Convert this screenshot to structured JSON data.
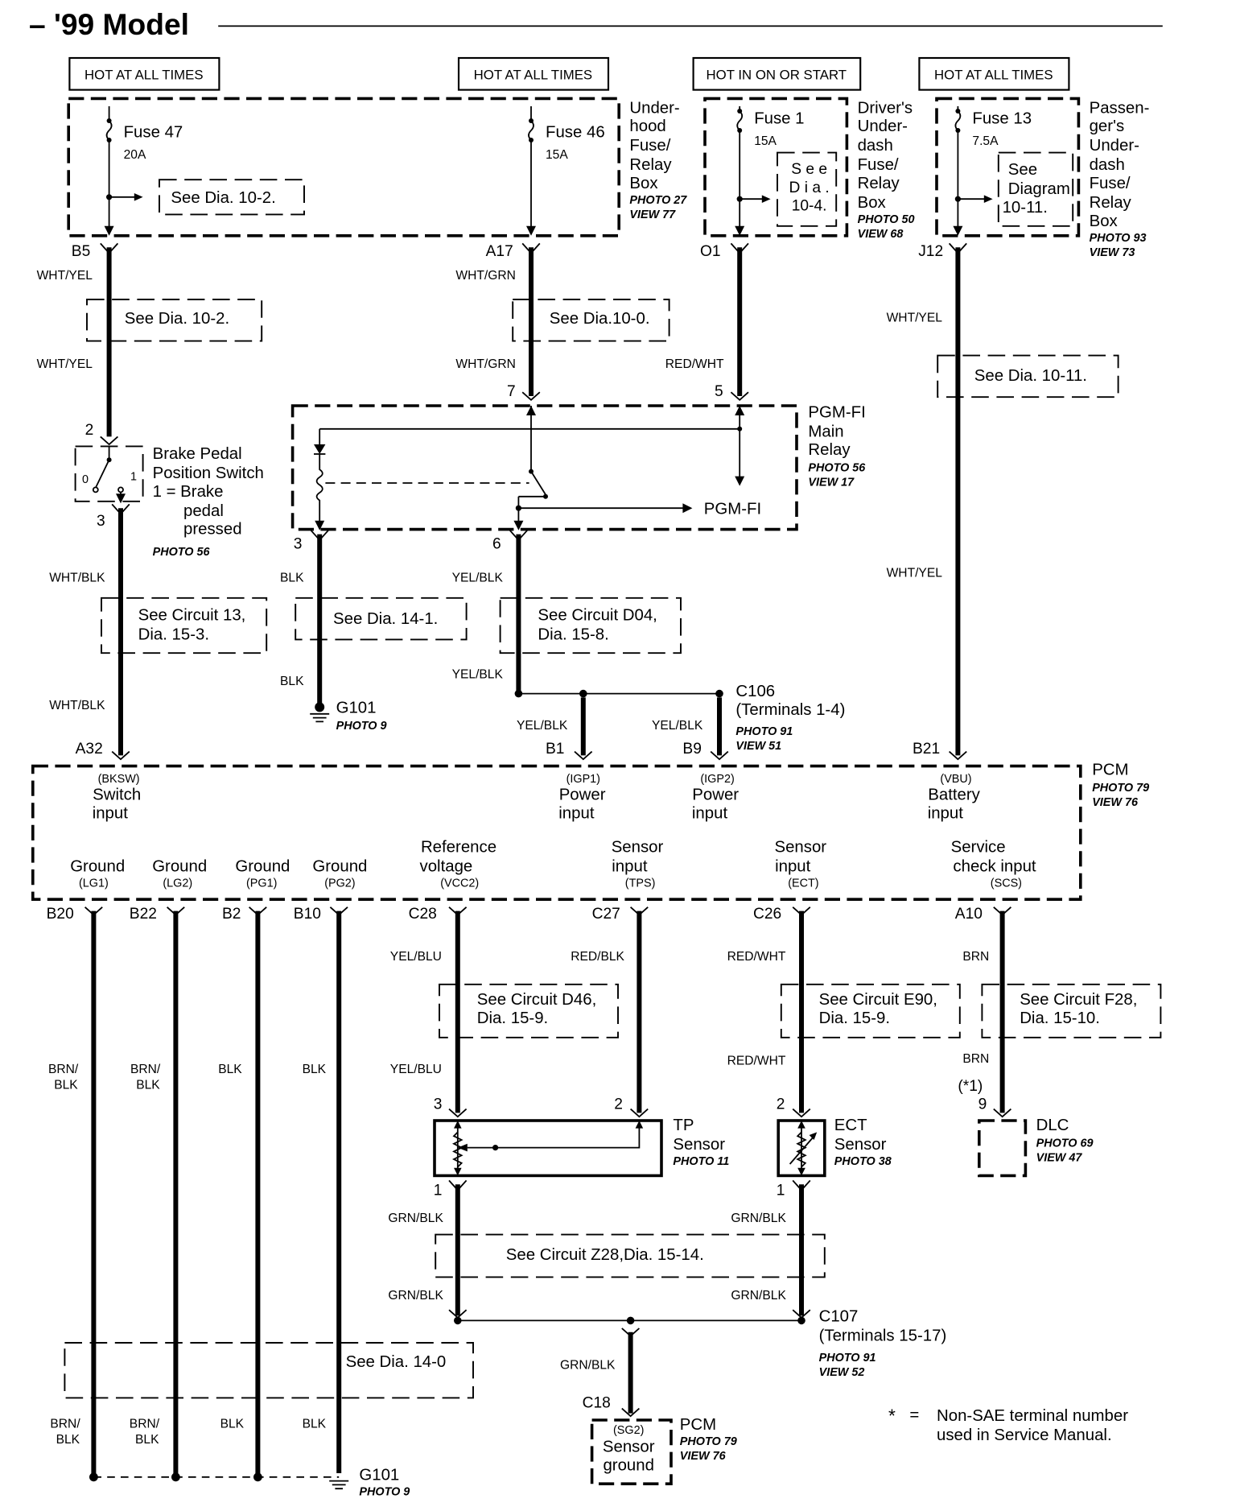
{
  "title": "– '99 Model",
  "headers": {
    "hot_1": "HOT AT ALL TIMES",
    "hot_2": "HOT AT ALL TIMES",
    "hot_3": "HOT IN ON OR START",
    "hot_4": "HOT AT ALL TIMES"
  },
  "fuse_boxes": {
    "underhood": {
      "name_lines": [
        "Under-",
        "hood",
        "Fuse/",
        "Relay",
        "Box"
      ],
      "photo": "PHOTO 27",
      "view": "VIEW 77",
      "fuse_47": "Fuse 47",
      "fuse_47_amp": "20A",
      "fuse_46": "Fuse 46",
      "fuse_46_amp": "15A",
      "see_ref": "See Dia.  10-2."
    },
    "drivers": {
      "name_lines": [
        "Driver's",
        "Under-",
        "dash",
        "Fuse/",
        "Relay",
        "Box"
      ],
      "photo": "PHOTO 50",
      "view": "VIEW 68",
      "fuse": "Fuse 1",
      "fuse_amp": "15A",
      "see_lines": [
        "S e e",
        "D i a .",
        "10-4."
      ]
    },
    "passengers": {
      "name_lines": [
        "Passen-",
        "ger's",
        "Under-",
        "dash",
        "Fuse/",
        "Relay",
        "Box"
      ],
      "photo": "PHOTO 93",
      "view": "VIEW 73",
      "fuse": "Fuse 13",
      "fuse_amp": "7.5A",
      "see_lines": [
        "See",
        "Diagram",
        "10-11."
      ]
    }
  },
  "pins": {
    "b5": "B5",
    "a17": "A17",
    "o1": "O1",
    "j12": "J12",
    "relay_7": "7",
    "relay_5": "5",
    "relay_3": "3",
    "relay_6": "6",
    "switch_2": "2",
    "switch_3": "3",
    "a32": "A32",
    "b1": "B1",
    "b9": "B9",
    "b21": "B21",
    "b20": "B20",
    "b22": "B22",
    "b2": "B2",
    "b10": "B10",
    "c28": "C28",
    "c27": "C27",
    "c26": "C26",
    "a10": "A10",
    "tp_3": "3",
    "tp_2": "2",
    "tp_1": "1",
    "ect_2": "2",
    "ect_1": "1",
    "dlc_9": "9",
    "dlc_note": "(*1)",
    "c18": "C18"
  },
  "wire_labels": {
    "b5_upper": "WHT/YEL",
    "b5_lower": "WHT/YEL",
    "a17_upper": "WHT/GRN",
    "a17_lower": "WHT/GRN",
    "o1": "RED/WHT",
    "j12_upper": "WHT/YEL",
    "j12_lower": "WHT/YEL",
    "sw_upper": "WHT/BLK",
    "sw_lower": "WHT/BLK",
    "gnd_upper": "BLK",
    "gnd_lower": "BLK",
    "r6_upper": "YEL/BLK",
    "r6_lower": "YEL/BLK",
    "b1": "YEL/BLK",
    "b9": "YEL/BLK",
    "c28_upper": "YEL/BLU",
    "c28_lower": "YEL/BLU",
    "c27": "RED/BLK",
    "c26_upper": "RED/WHT",
    "c26_lower": "RED/WHT",
    "a10_upper": "BRN",
    "a10_lower": "BRN",
    "tp_gnd": "GRN/BLK",
    "ect_gnd": "GRN/BLK",
    "tp_gnd_lower": "GRN/BLK",
    "ect_gnd_lower": "GRN/BLK",
    "c18": "GRN/BLK",
    "b20_upper_1": "BRN/",
    "b20_upper_2": "BLK",
    "b22_upper_1": "BRN/",
    "b22_upper_2": "BLK",
    "b2_upper": "BLK",
    "b10_upper": "BLK",
    "b20_lower_1": "BRN/",
    "b20_lower_2": "BLK",
    "b22_lower_1": "BRN/",
    "b22_lower_2": "BLK",
    "b2_lower": "BLK",
    "b10_lower": "BLK"
  },
  "see_refs": {
    "b5": "See Dia.  10-2.",
    "a17": "See Dia.10-0.",
    "j12": "See Dia.  10-11.",
    "circuit_13": [
      "See Circuit 13,",
      "Dia.  15-3."
    ],
    "dia_14_1": "See Dia.  14-1.",
    "circuit_d04": [
      "See Circuit D04,",
      "Dia.  15-8."
    ],
    "circuit_d46": [
      "See Circuit D46,",
      "Dia.  15-9."
    ],
    "circuit_e90": [
      "See Circuit E90,",
      "Dia.  15-9."
    ],
    "circuit_f28": [
      "See Circuit F28,",
      "Dia.  15-10."
    ],
    "circuit_z28": "See Circuit Z28,Dia.  15-14.",
    "dia_14_0": "See Dia.  14-0"
  },
  "relay": {
    "name_lines": [
      "PGM-FI",
      "Main",
      "Relay"
    ],
    "photo": "PHOTO 56",
    "view": "VIEW 17",
    "output": "PGM-FI"
  },
  "brake_switch": {
    "name_lines": [
      "Brake Pedal",
      "Position Switch",
      "1 = Brake",
      "pedal",
      "pressed"
    ],
    "photo": "PHOTO 56",
    "pos_0": "0",
    "pos_1": "1"
  },
  "g101_upper": {
    "name": "G101",
    "photo": "PHOTO 9"
  },
  "g101_lower": {
    "name": "G101",
    "photo": "PHOTO 9"
  },
  "c106": {
    "name": "C106",
    "terminals": "(Terminals 1-4)",
    "photo": "PHOTO 91",
    "view": "VIEW 51"
  },
  "c107": {
    "name": "C107",
    "terminals": "(Terminals 15-17)",
    "photo": "PHOTO 91",
    "view": "VIEW 52"
  },
  "pcm": {
    "name": "PCM",
    "photo": "PHOTO 79",
    "view": "VIEW 76",
    "inputs": {
      "bksw": {
        "code": "(BKSW)",
        "line1": "Switch",
        "line2": "input"
      },
      "igp1": {
        "code": "(IGP1)",
        "line1": "Power",
        "line2": "input"
      },
      "igp2": {
        "code": "(IGP2)",
        "line1": "Power",
        "line2": "input"
      },
      "vbu": {
        "code": "(VBU)",
        "line1": "Battery",
        "line2": "input"
      }
    },
    "terminals": {
      "lg1": {
        "label": "Ground",
        "code": "(LG1)"
      },
      "lg2": {
        "label": "Ground",
        "code": "(LG2)"
      },
      "pg1": {
        "label": "Ground",
        "code": "(PG1)"
      },
      "pg2": {
        "label": "Ground",
        "code": "(PG2)"
      },
      "vcc2": {
        "line1": "Reference",
        "line2": "voltage",
        "code": "(VCC2)"
      },
      "tps": {
        "line1": "Sensor",
        "line2": "input",
        "code": "(TPS)"
      },
      "ect": {
        "line1": "Sensor",
        "line2": "input",
        "code": "(ECT)"
      },
      "scs": {
        "line1": "Service",
        "line2": "check input",
        "code": "(SCS)"
      }
    }
  },
  "tp_sensor": {
    "line1": "TP",
    "line2": "Sensor",
    "photo": "PHOTO 11"
  },
  "ect_sensor": {
    "line1": "ECT",
    "line2": "Sensor",
    "photo": "PHOTO 38"
  },
  "dlc": {
    "name": "DLC",
    "photo": "PHOTO 69",
    "view": "VIEW 47"
  },
  "sensor_ground": {
    "code": "(SG2)",
    "line1": "Sensor",
    "line2": "ground",
    "name": "PCM",
    "photo": "PHOTO 79",
    "view": "VIEW 76"
  },
  "note": {
    "symbol": "*",
    "equals": "=",
    "line1": "Non-SAE terminal number",
    "line2": "used in Service Manual."
  }
}
